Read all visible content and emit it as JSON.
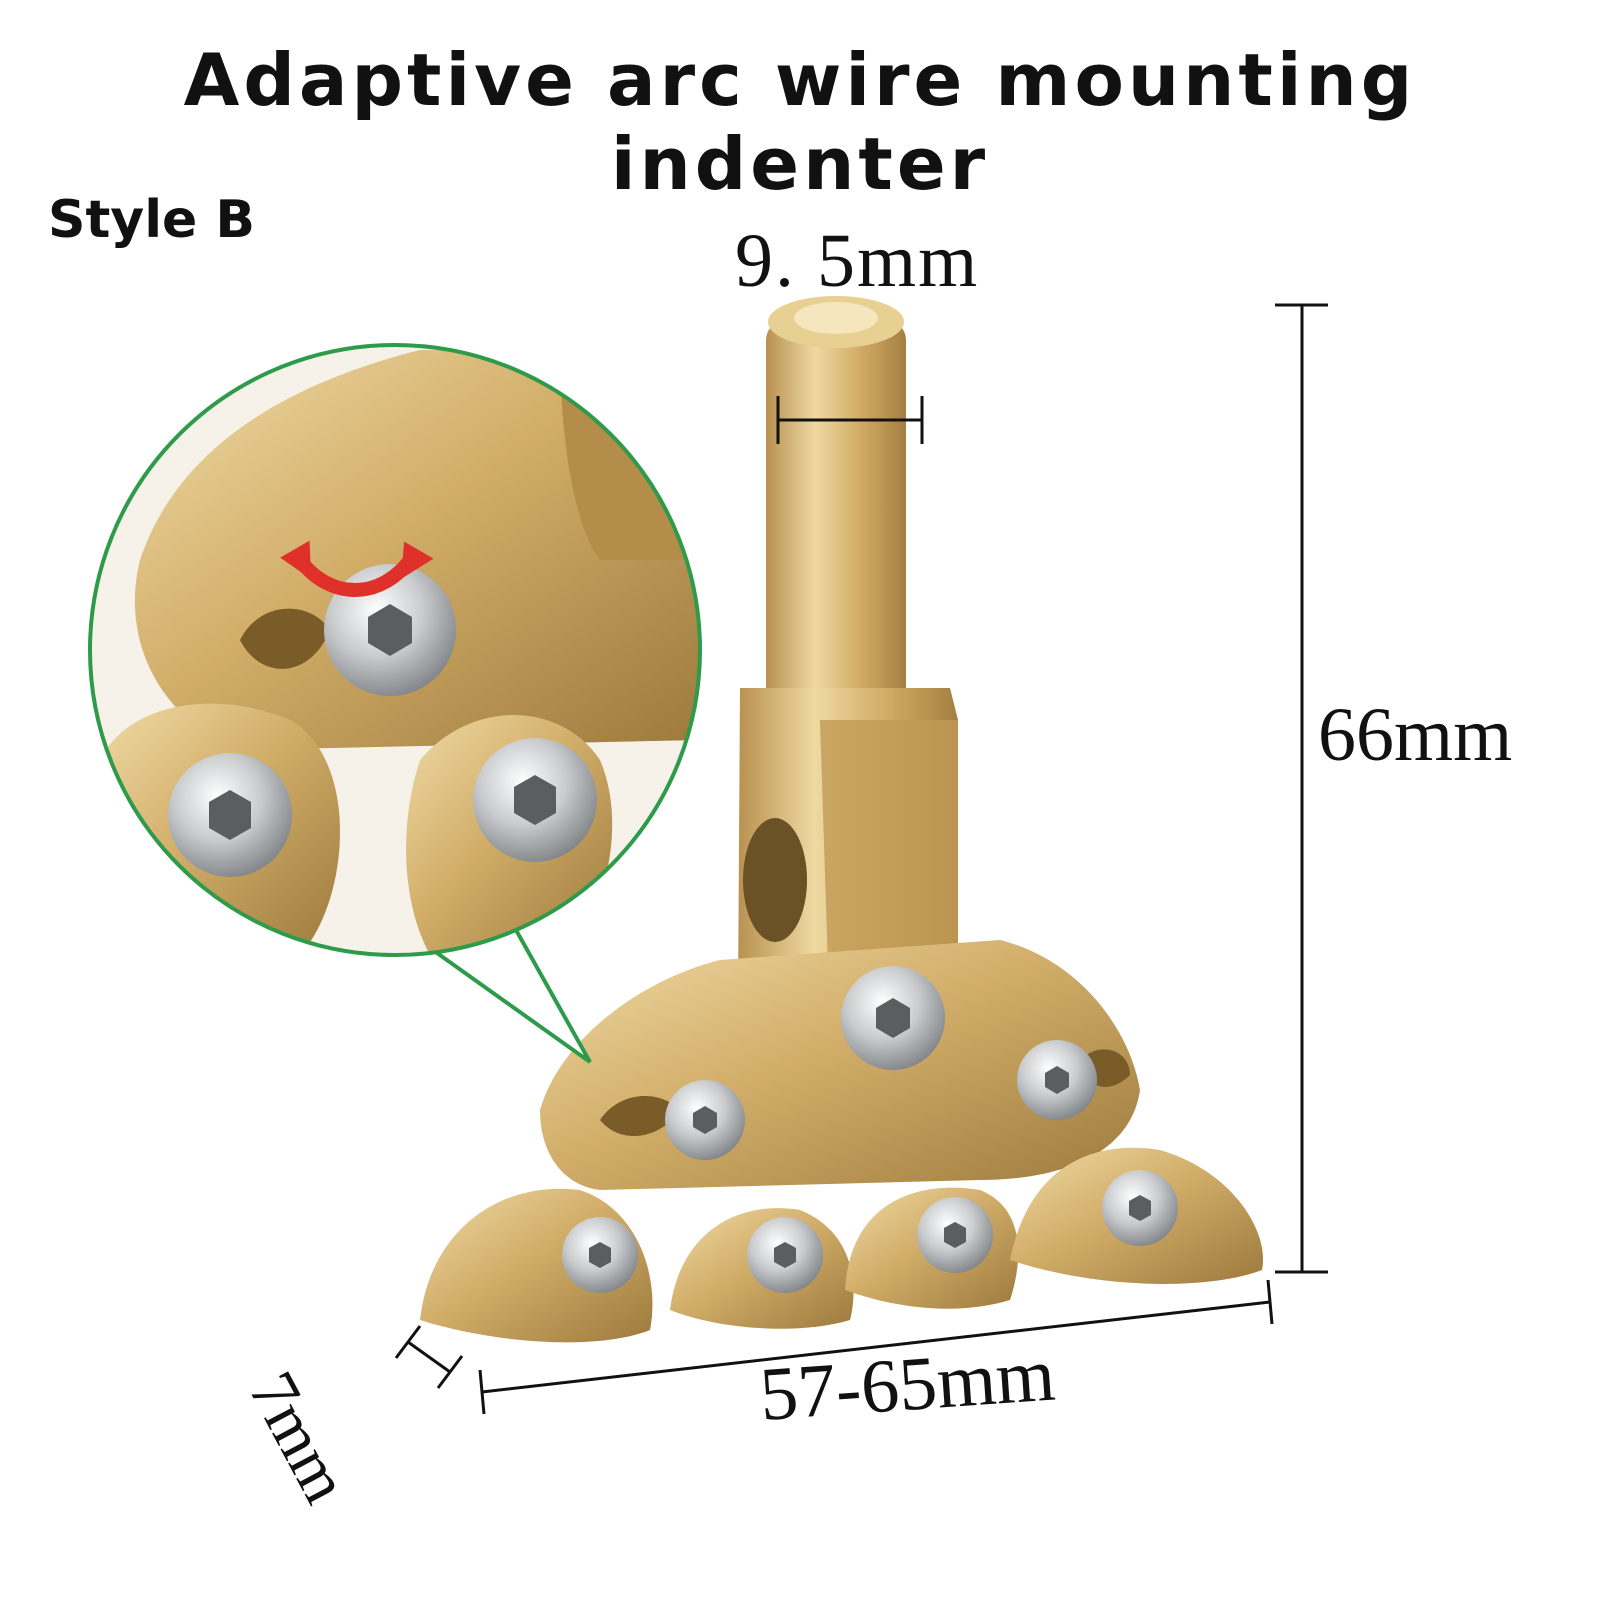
{
  "title": "Adaptive arc wire mounting indenter",
  "style_label": "Style B",
  "dimensions": {
    "shaft_diameter": "9. 5mm",
    "height": "66mm",
    "width": "57-65mm",
    "depth": "7mm"
  },
  "colors": {
    "brass_light": "#e6c98a",
    "brass_mid": "#c8a35e",
    "brass_dark": "#8a6a32",
    "zoom_ring": "#2e9b4a",
    "arrow": "#e0302a",
    "screw": "#c9cbcd"
  },
  "icons": {
    "rotation_arrow": "curved-double-arrow-icon"
  }
}
